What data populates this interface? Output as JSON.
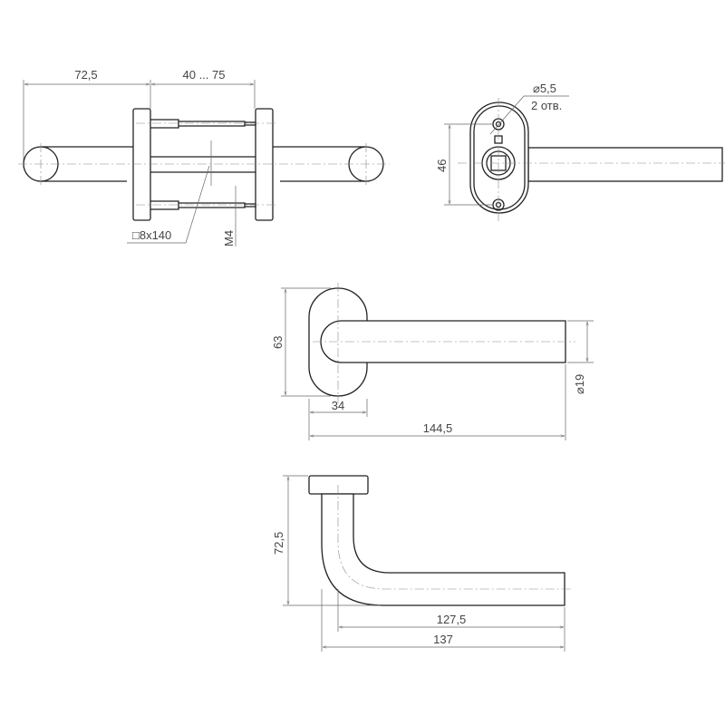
{
  "view_top": {
    "dim_lever_length": "72,5",
    "dim_door_thickness": "40 ... 75",
    "spindle_label": "□8x140",
    "screw_label": "M4"
  },
  "view_side": {
    "hole_diameter": "⌀5,5",
    "hole_count": "2 отв.",
    "dim_hole_spacing": "46"
  },
  "view_front": {
    "dim_rosette_height": "63",
    "dim_rosette_width": "34",
    "dim_overall_length": "144,5",
    "dim_lever_diameter": "⌀19"
  },
  "view_plan": {
    "dim_projection": "72,5",
    "dim_lever_reach": "127,5",
    "dim_total_length": "137"
  }
}
